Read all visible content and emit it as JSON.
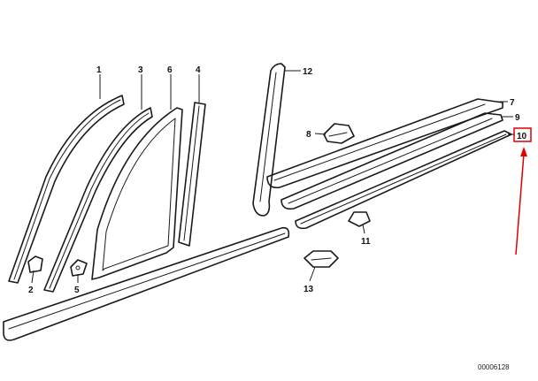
{
  "diagram": {
    "callouts": [
      "1",
      "2",
      "3",
      "4",
      "5",
      "6",
      "7",
      "8",
      "9",
      "10",
      "11",
      "12",
      "13"
    ],
    "highlighted_callout": "10",
    "highlight_color": "#e00000",
    "line_color": "#1a1a1a",
    "drawing_code": "00006128"
  }
}
